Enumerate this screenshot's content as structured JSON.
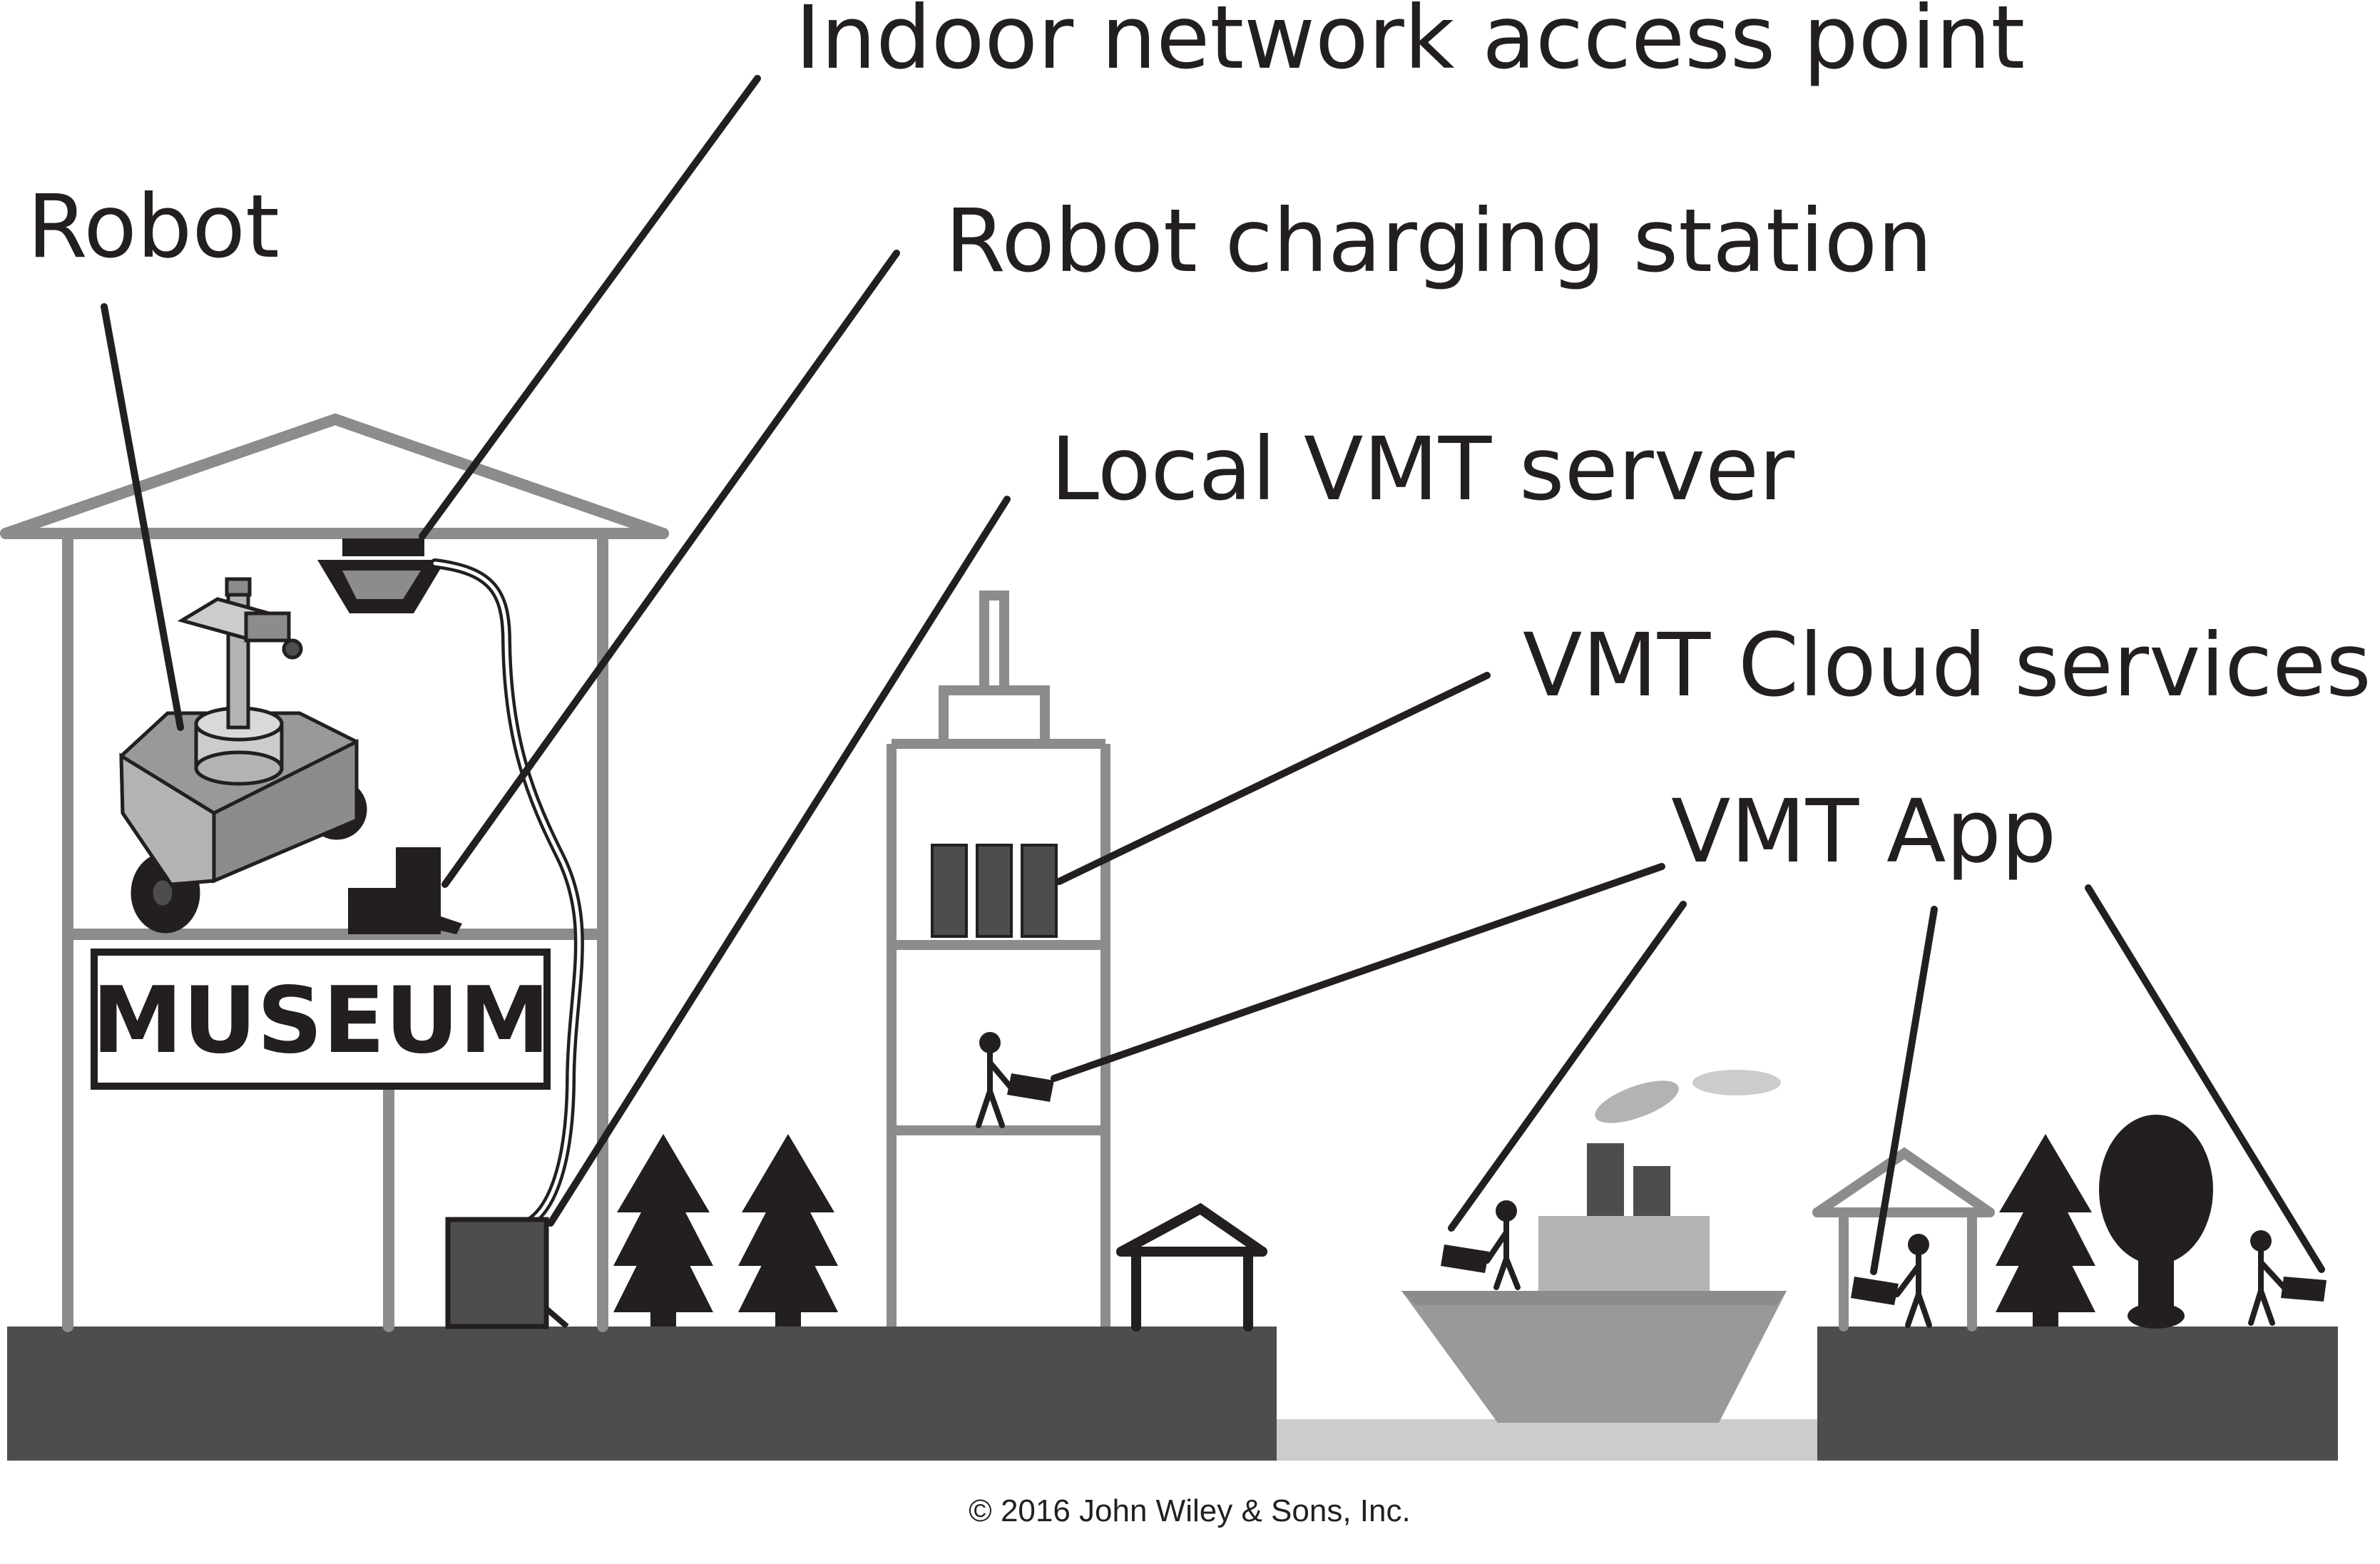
{
  "labels": {
    "access_point": "Indoor network access point",
    "robot": "Robot",
    "charging_station": "Robot charging station",
    "local_server": "Local VMT server",
    "cloud": "VMT Cloud services",
    "app": "VMT App"
  },
  "sign": "MUSEUM",
  "copyright": "© 2016 John Wiley & Sons, Inc.",
  "colors": {
    "dark": "#231f20",
    "ground": "#4d4d4d",
    "frame_gray": "#8c8c8c",
    "mid_gray": "#999999",
    "light_gray": "#b3b3b3",
    "water": "#cccccc"
  }
}
